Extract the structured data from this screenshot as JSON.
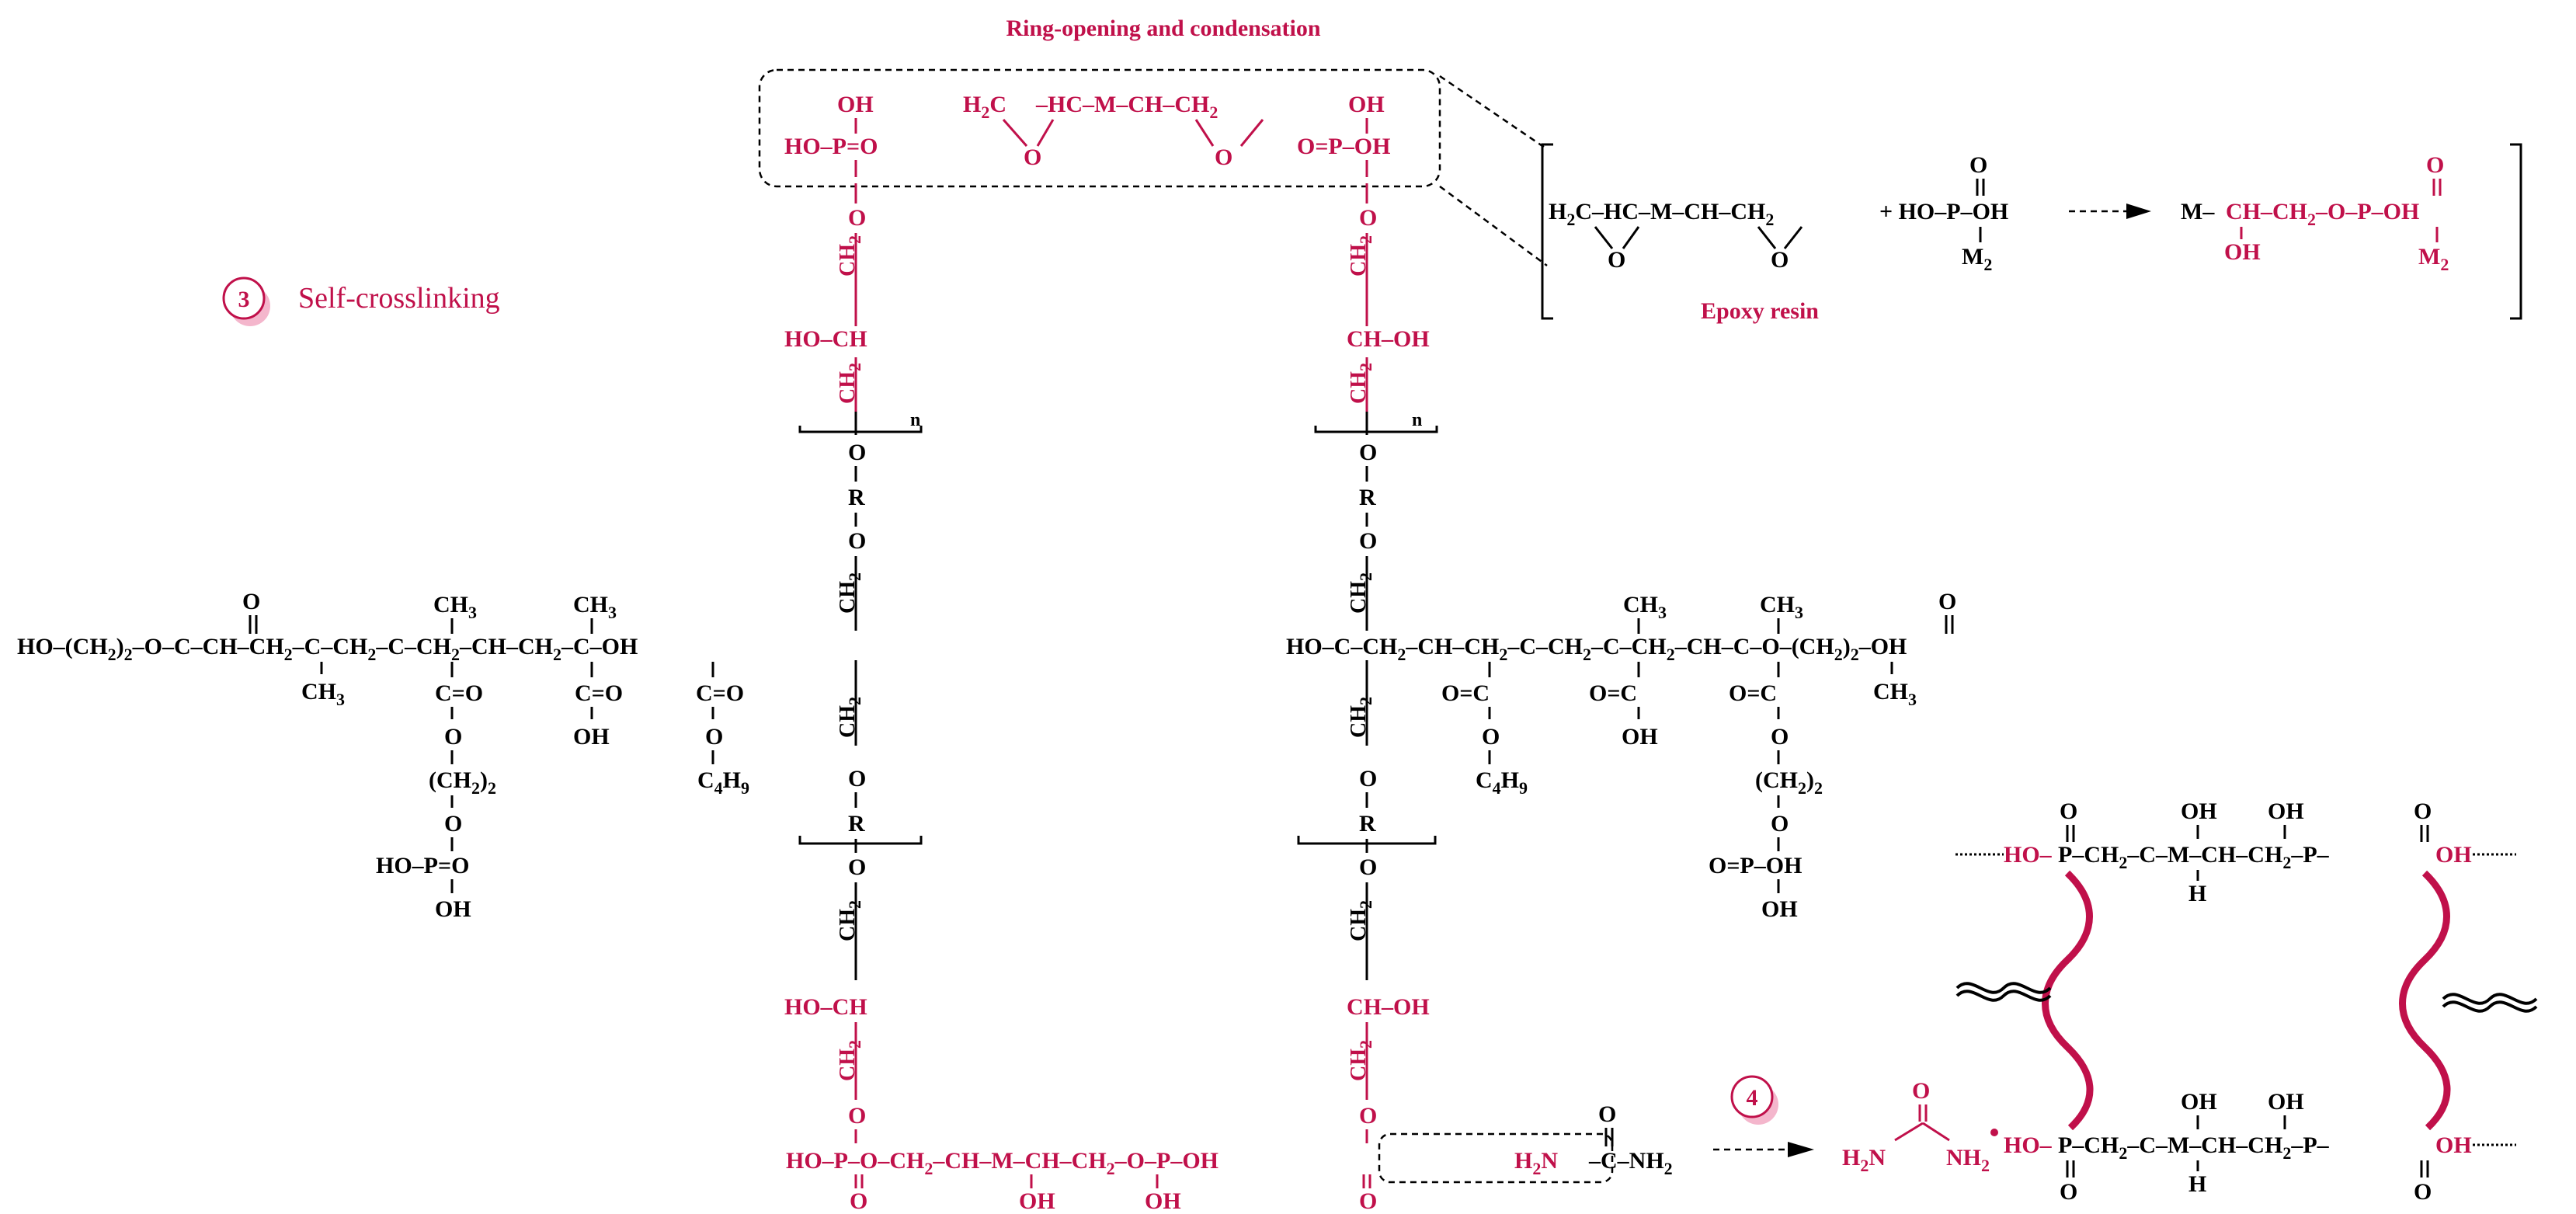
{
  "ring_title": "Ring-opening and condensation",
  "step3": {
    "num": "3",
    "label": "Self-crosslinking"
  },
  "step4": {
    "num": "4"
  },
  "epoxy_label": "Epoxy resin",
  "colors": {
    "red": "#c0104a",
    "black": "#000000",
    "pink_shadow": "#f4b6cc"
  },
  "chem": {
    "left_chain": "HO–(CH₂)₂–O–C–CH–CH₂–C–CH₂–C–CH₂–CH–CH₂–C–OH",
    "right_chain": "HO–C–CH₂–CH–CH₂–C–CH₂–C–CH₂–CH–C–O–(CH₂)₂–OH",
    "bottom_chain": "HO–P–O–CH₂–CH–M–CH–CH₂–O–P",
    "urea_left": "H₂N–C–NH₂",
    "urea_right": "H₂N   NH₂"
  }
}
